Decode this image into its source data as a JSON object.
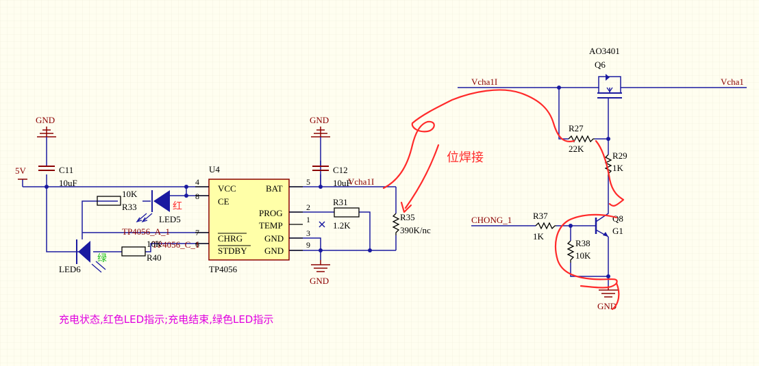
{
  "labels": {
    "gnd": "GND",
    "v5": "5V",
    "c11": "C11",
    "c11_val": "10uF",
    "c12": "C12",
    "c12_val": "10uF",
    "u4": "U4",
    "u4_part": "TP4056",
    "pin_vcc": "VCC",
    "pin_ce": "CE",
    "pin_chrg": "CHRG",
    "pin_stdby": "STDBY",
    "pin_bat": "BAT",
    "pin_prog": "PROG",
    "pin_temp": "TEMP",
    "pin_gnd": "GND",
    "pn4": "4",
    "pn8": "8",
    "pn7": "7",
    "pn6": "6",
    "pn5": "5",
    "pn2": "2",
    "pn1": "1",
    "pn3": "3",
    "pn9": "9",
    "r33": "R33",
    "r33_val": "10K",
    "r40": "R40",
    "r40_val": "10K",
    "led5": "LED5",
    "led6": "LED6",
    "red_cn": "红",
    "green_cn": "绿",
    "net_a": "TP4056_A_1",
    "net_c": "TP4056_C_1",
    "r31": "R31",
    "r31_val": "1.2K",
    "r35": "R35",
    "r35_val": "390K/nc",
    "vcha1i_left": "Vcha1I",
    "vcha1i_top": "Vcha1I",
    "vcha1": "Vcha1",
    "q6_part": "AO3401",
    "q6": "Q6",
    "r27": "R27",
    "r27_val": "22K",
    "r29": "R29",
    "r29_val": "1K",
    "chong": "CHONG_1",
    "r37": "R37",
    "r37_val": "1K",
    "q8": "Q8",
    "g1": "G1",
    "r38": "R38",
    "r38_val": "10K",
    "annotation": "位焊接",
    "note": "充电状态,红色LED指示;充电结束,绿色LED指示"
  },
  "colors": {
    "wire": "#1a1aa0",
    "ground": "#8b0000",
    "chip_fill": "#ffffa8",
    "annotation_red": "#ff2a2a",
    "note_magenta": "#e000e0",
    "led_fill": "#1a1aa0"
  }
}
